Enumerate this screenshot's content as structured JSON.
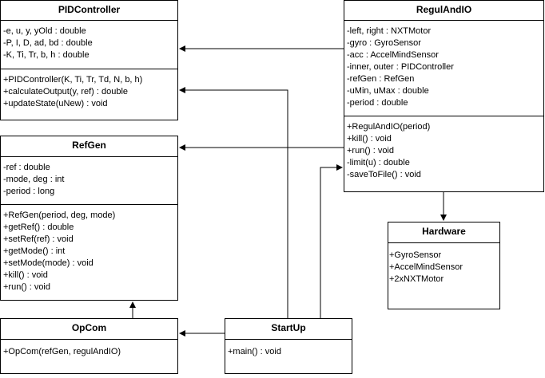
{
  "classes": {
    "pid": {
      "name": "PIDController",
      "attributes": [
        "-e, u, y, yOld : double",
        "-P, I, D, ad, bd : double",
        "-K, Ti, Tr, b, h : double"
      ],
      "methods": [
        "+PIDController(K, Ti, Tr, Td, N, b, h)",
        "+calculateOutput(y, ref) : double",
        "+updateState(uNew) : void"
      ]
    },
    "regul": {
      "name": "RegulAndIO",
      "attributes": [
        "-left, right : NXTMotor",
        "-gyro : GyroSensor",
        "-acc : AccelMindSensor",
        "-inner, outer : PIDController",
        "-refGen : RefGen",
        "-uMin, uMax : double",
        "-period : double"
      ],
      "methods": [
        "+RegulAndIO(period)",
        "+kill() : void",
        "+run() : void",
        "-limit(u) : double",
        "-saveToFile() : void"
      ]
    },
    "refgen": {
      "name": "RefGen",
      "attributes": [
        "-ref : double",
        "-mode, deg : int",
        "-period : long"
      ],
      "methods": [
        "+RefGen(period, deg, mode)",
        "+getRef() : double",
        "+setRef(ref) : void",
        "+getMode() : int",
        "+setMode(mode) : void",
        "+kill() : void",
        "+run() : void"
      ]
    },
    "hardware": {
      "name": "Hardware",
      "attributes": [],
      "methods": [
        "+GyroSensor",
        "+AccelMindSensor",
        "+2xNXTMotor"
      ]
    },
    "opcom": {
      "name": "OpCom",
      "attributes": [],
      "methods": [
        "+OpCom(refGen, regulAndIO)"
      ]
    },
    "startup": {
      "name": "StartUp",
      "attributes": [],
      "methods": [
        "+main() : void"
      ]
    }
  },
  "colors": {
    "line": "#000000",
    "background": "#ffffff"
  }
}
